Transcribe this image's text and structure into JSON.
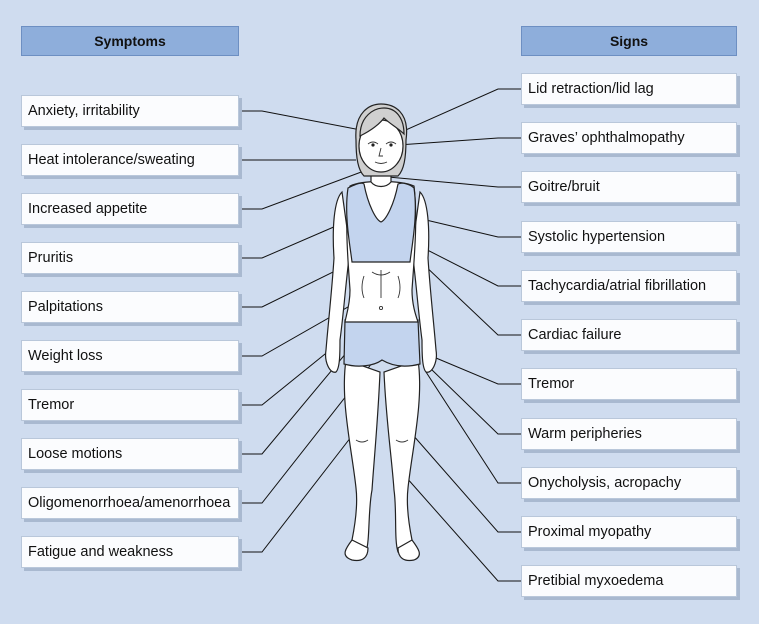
{
  "headers": {
    "symptoms": "Symptoms",
    "signs": "Signs"
  },
  "symptoms": [
    "Anxiety, irritability",
    "Heat intolerance/sweating",
    "Increased appetite",
    "Pruritis",
    "Palpitations",
    "Weight loss",
    "Tremor",
    "Loose motions",
    "Oligomenorrhoea/amenorrhoea",
    "Fatigue and weakness"
  ],
  "signs": [
    "Lid retraction/lid lag",
    "Graves’ ophthalmopathy",
    "Goitre/bruit",
    "Systolic hypertension",
    "Tachycardia/atrial fibrillation",
    "Cardiac failure",
    "Tremor",
    "Warm peripheries",
    "Onycholysis, acropachy",
    "Proximal myopathy",
    "Pretibial myxoedema"
  ],
  "colors": {
    "background": "#cfdcef",
    "header_fill": "#8eaedb",
    "box_fill": "#fbfcfe",
    "clothing": "#c3d4ee"
  }
}
